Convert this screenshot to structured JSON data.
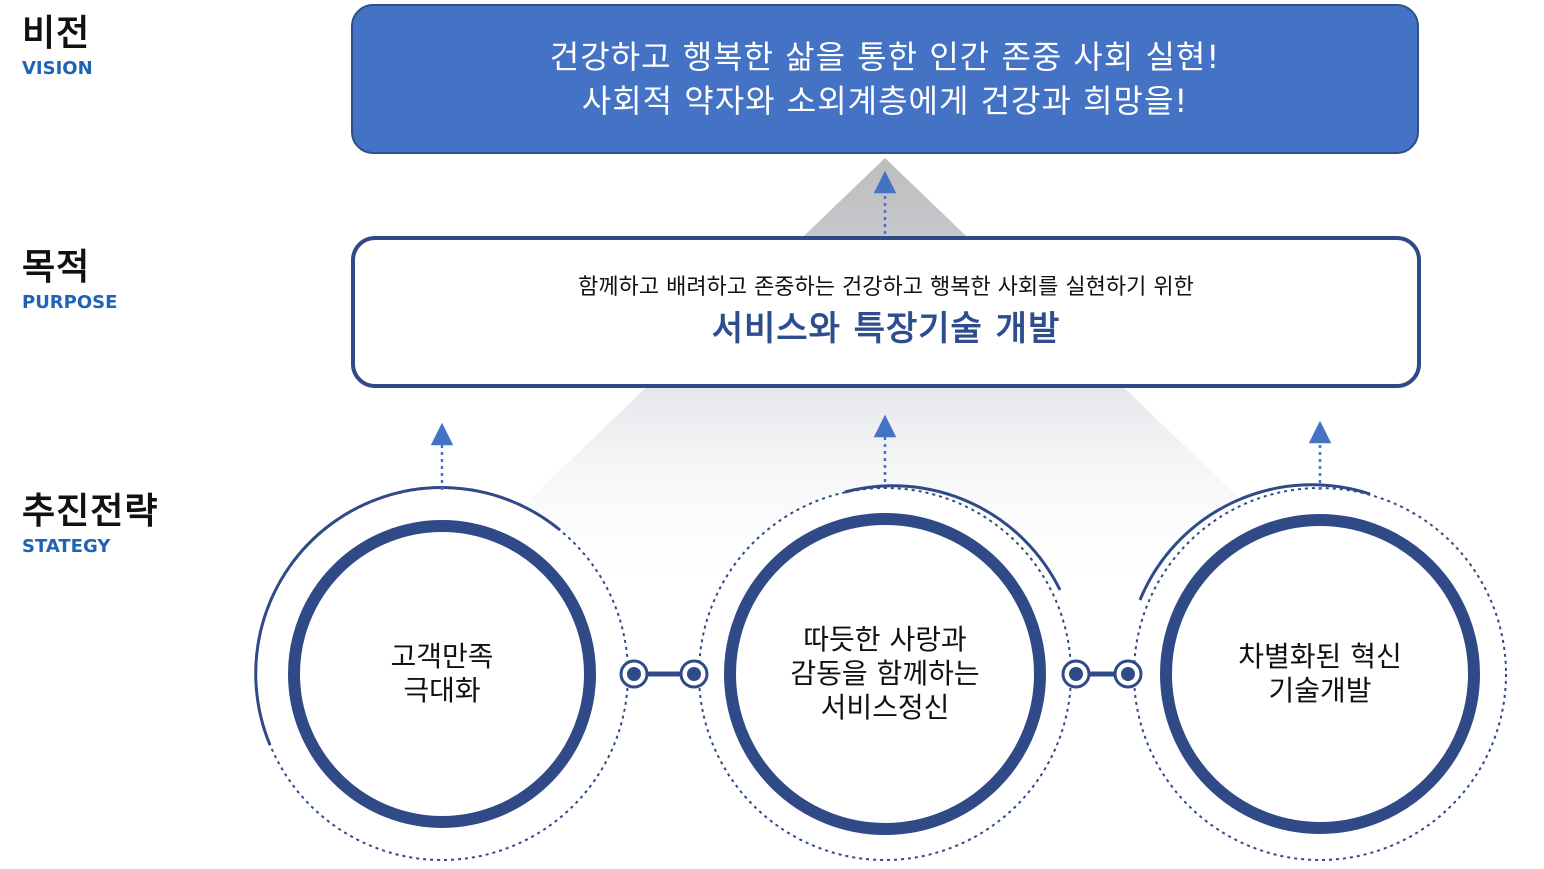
{
  "levels": {
    "vision": {
      "ko": "비전",
      "en": "VISION",
      "lines": [
        "건강하고 행복한 삶을 통한 인간 존중 사회 실현!",
        "사회적 약자와 소외계층에게 건강과 희망을!"
      ]
    },
    "purpose": {
      "ko": "목적",
      "en": "PURPOSE",
      "sub": "함께하고 배려하고 존중하는 건강하고 행복한 사회를 실현하기 위한",
      "main": "서비스와 특장기술 개발"
    },
    "strategy": {
      "ko": "추진전략",
      "en": "STATEGY",
      "items": [
        {
          "lines": [
            "고객만족",
            "극대화"
          ]
        },
        {
          "lines": [
            "따듯한 사랑과",
            "감동을 함께하는",
            "서비스정신"
          ]
        },
        {
          "lines": [
            "차별화된 혁신",
            "기술개발"
          ]
        }
      ]
    }
  },
  "colors": {
    "vision_fill": "#4472c4",
    "navy": "#2f4a87",
    "label_blue": "#1f63b5",
    "arrow_blue": "#4472c4"
  }
}
